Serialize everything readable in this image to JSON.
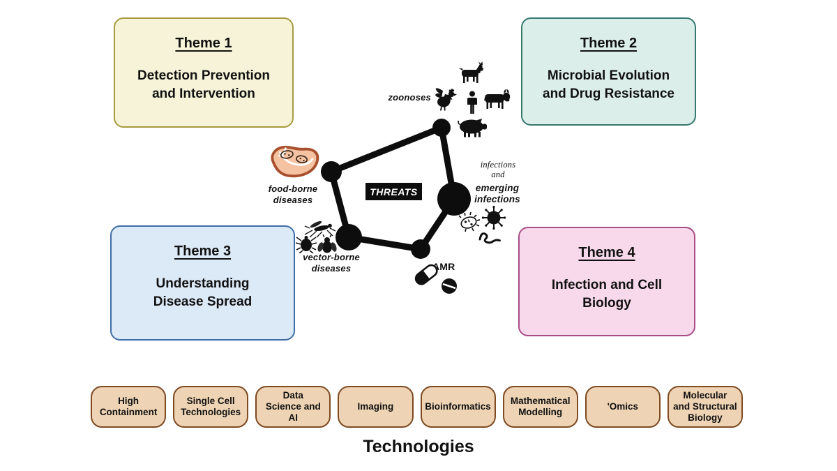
{
  "themes": [
    {
      "title": "Theme 1",
      "description": "Detection Prevention\nand Intervention"
    },
    {
      "title": "Theme 2",
      "description": "Microbial Evolution\nand Drug Resistance"
    },
    {
      "title": "Theme 3",
      "description": "Understanding\nDisease Spread"
    },
    {
      "title": "Theme 4",
      "description": "Infection and Cell\nBiology"
    }
  ],
  "threats": {
    "center_label": "THREATS",
    "nodes": [
      {
        "id": "zoonoses",
        "label": "zoonoses"
      },
      {
        "id": "food-borne",
        "label": "food-borne\ndiseases"
      },
      {
        "id": "vector-borne",
        "label": "vector-borne\ndiseases"
      },
      {
        "id": "amr",
        "label": "AMR"
      },
      {
        "id": "emerging-infections",
        "label_top": "infections\nand",
        "label_bottom": "emerging\ninfections"
      }
    ],
    "icons": {
      "zoonoses": [
        "goat-icon",
        "rooster-icon",
        "person-icon",
        "cow-icon",
        "pig-icon"
      ],
      "food_borne": [
        "meat-icon"
      ],
      "vector_borne": [
        "mosquito-icon",
        "tick-icon",
        "fly-icon"
      ],
      "amr": [
        "capsule-icon",
        "tablet-icon"
      ],
      "emerging_infections": [
        "bacteria-icon",
        "virus-icon",
        "worm-icon"
      ]
    }
  },
  "technologies": {
    "title": "Technologies",
    "items": [
      {
        "label": "High\nContainment"
      },
      {
        "label": "Single Cell\nTechnologies"
      },
      {
        "label": "Data\nScience and\nAI"
      },
      {
        "label": "Imaging"
      },
      {
        "label": "Bioinformatics"
      },
      {
        "label": "Mathematical\nModelling"
      },
      {
        "label": "'Omics"
      },
      {
        "label": "Molecular\nand Structural\nBiology"
      }
    ]
  },
  "colors": {
    "theme1_bg": "#f6f3d9",
    "theme1_border": "#a79a3e",
    "theme2_bg": "#dceeea",
    "theme2_border": "#37796f",
    "theme3_bg": "#dce9f6",
    "theme3_border": "#3f6ea5",
    "theme4_bg": "#f8d9ec",
    "theme4_border": "#a84d88",
    "tech_bg": "#eed4b4",
    "tech_border": "#7d4a22",
    "network": "#0d0d0d",
    "threats_box_bg": "#0d0d0d",
    "threats_box_text": "#ffffff",
    "meat_outline": "#a8502e",
    "meat_fill": "#f5c3a1"
  }
}
